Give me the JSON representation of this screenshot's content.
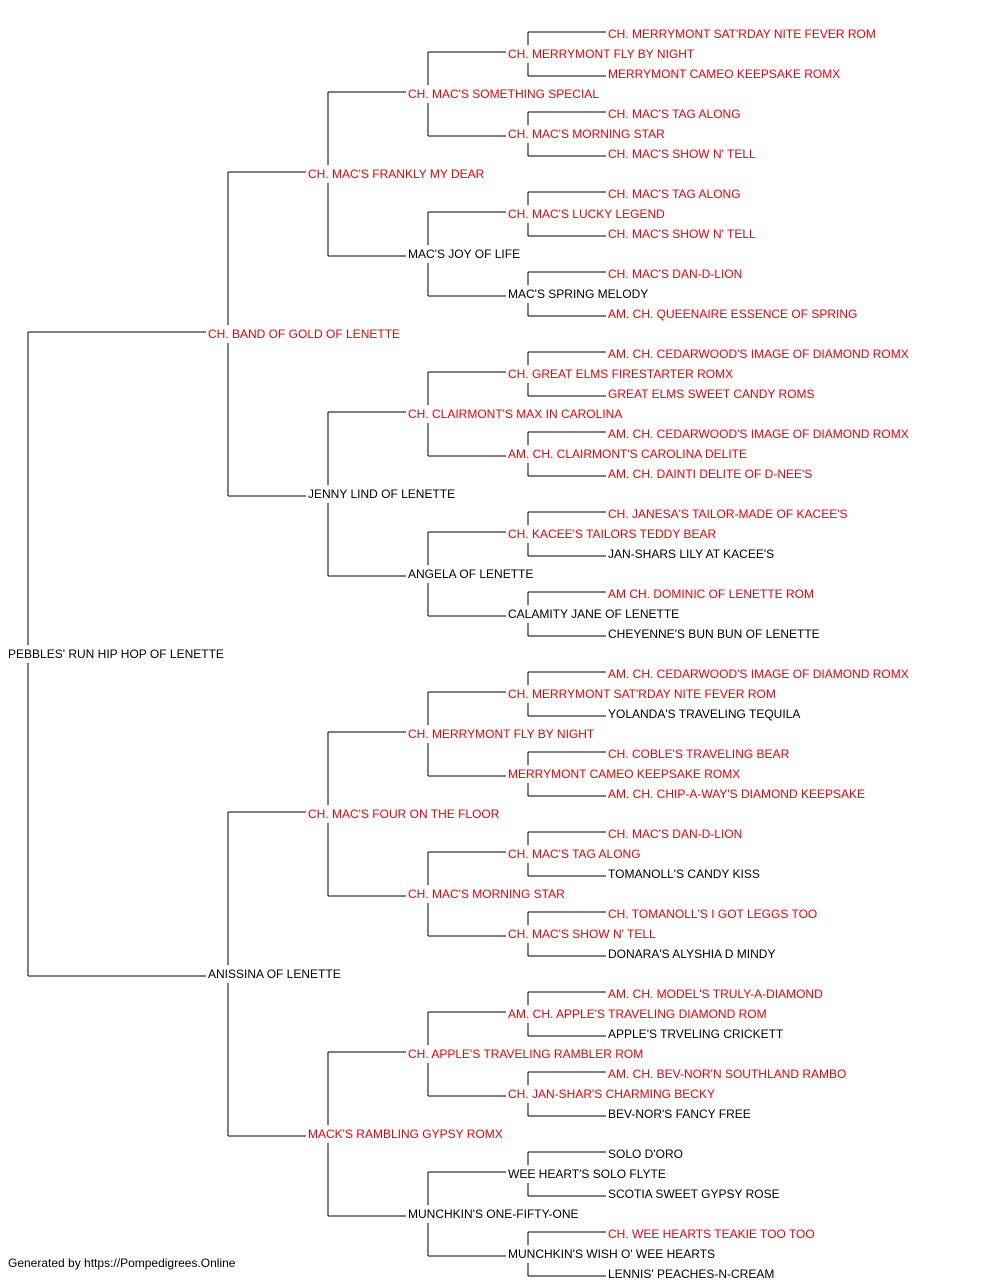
{
  "colors": {
    "champion": "#e8000b",
    "regular": "#000000",
    "connector": "#000000"
  },
  "footer": "Generated by https://Pompedigrees.Online",
  "pedigree": {
    "name": "PEBBLES' RUN HIP HOP OF LENETTE",
    "ch": false,
    "sire": {
      "name": "CH. BAND OF GOLD OF LENETTE",
      "ch": true,
      "sire": {
        "name": "CH. MAC'S FRANKLY MY DEAR",
        "ch": true,
        "sire": {
          "name": "CH. MAC'S SOMETHING SPECIAL",
          "ch": true,
          "sire": {
            "name": "CH. MERRYMONT FLY BY NIGHT",
            "ch": true,
            "sire": {
              "name": "CH. MERRYMONT SAT'RDAY NITE FEVER ROM",
              "ch": true
            },
            "dam": {
              "name": "MERRYMONT CAMEO KEEPSAKE ROMX",
              "ch": true
            }
          },
          "dam": {
            "name": "CH. MAC'S MORNING STAR",
            "ch": true,
            "sire": {
              "name": "CH. MAC'S TAG ALONG",
              "ch": true
            },
            "dam": {
              "name": "CH. MAC'S SHOW N' TELL",
              "ch": true
            }
          }
        },
        "dam": {
          "name": "MAC'S JOY OF LIFE",
          "ch": false,
          "sire": {
            "name": "CH. MAC'S LUCKY LEGEND",
            "ch": true,
            "sire": {
              "name": "CH. MAC'S TAG ALONG",
              "ch": true
            },
            "dam": {
              "name": "CH. MAC'S SHOW N' TELL",
              "ch": true
            }
          },
          "dam": {
            "name": "MAC'S SPRING MELODY",
            "ch": false,
            "sire": {
              "name": "CH. MAC'S DAN-D-LION",
              "ch": true
            },
            "dam": {
              "name": "AM. CH. QUEENAIRE ESSENCE OF SPRING",
              "ch": true
            }
          }
        }
      },
      "dam": {
        "name": "JENNY LIND OF LENETTE",
        "ch": false,
        "sire": {
          "name": "CH. CLAIRMONT'S MAX IN CAROLINA",
          "ch": true,
          "sire": {
            "name": "CH. GREAT ELMS FIRESTARTER ROMX",
            "ch": true,
            "sire": {
              "name": "AM. CH. CEDARWOOD'S IMAGE OF DIAMOND ROMX",
              "ch": true
            },
            "dam": {
              "name": "GREAT ELMS SWEET CANDY ROMS",
              "ch": true
            }
          },
          "dam": {
            "name": "AM. CH. CLAIRMONT'S CAROLINA DELITE",
            "ch": true,
            "sire": {
              "name": "AM. CH. CEDARWOOD'S IMAGE OF DIAMOND ROMX",
              "ch": true
            },
            "dam": {
              "name": "AM. CH. DAINTI DELITE OF D-NEE'S",
              "ch": true
            }
          }
        },
        "dam": {
          "name": "ANGELA OF LENETTE",
          "ch": false,
          "sire": {
            "name": "CH. KACEE'S TAILORS TEDDY BEAR",
            "ch": true,
            "sire": {
              "name": "CH. JANESA'S TAILOR-MADE OF KACEE'S",
              "ch": true
            },
            "dam": {
              "name": "JAN-SHARS LILY AT KACEE'S",
              "ch": false
            }
          },
          "dam": {
            "name": "CALAMITY JANE OF LENETTE",
            "ch": false,
            "sire": {
              "name": "AM CH. DOMINIC OF LENETTE ROM",
              "ch": true
            },
            "dam": {
              "name": "CHEYENNE'S BUN BUN OF LENETTE",
              "ch": false
            }
          }
        }
      }
    },
    "dam": {
      "name": "ANISSINA OF LENETTE",
      "ch": false,
      "sire": {
        "name": "CH. MAC'S FOUR ON THE FLOOR",
        "ch": true,
        "sire": {
          "name": "CH. MERRYMONT FLY BY NIGHT",
          "ch": true,
          "sire": {
            "name": "CH. MERRYMONT SAT'RDAY NITE FEVER ROM",
            "ch": true,
            "sire": {
              "name": "AM. CH. CEDARWOOD'S IMAGE OF DIAMOND ROMX",
              "ch": true
            },
            "dam": {
              "name": "YOLANDA'S TRAVELING TEQUILA",
              "ch": false
            }
          },
          "dam": {
            "name": "MERRYMONT CAMEO KEEPSAKE ROMX",
            "ch": true,
            "sire": {
              "name": "CH. COBLE'S TRAVELING BEAR",
              "ch": true
            },
            "dam": {
              "name": "AM. CH. CHIP-A-WAY'S DIAMOND KEEPSAKE",
              "ch": true
            }
          }
        },
        "dam": {
          "name": "CH. MAC'S MORNING STAR",
          "ch": true,
          "sire": {
            "name": "CH. MAC'S TAG ALONG",
            "ch": true,
            "sire": {
              "name": "CH. MAC'S DAN-D-LION",
              "ch": true
            },
            "dam": {
              "name": "TOMANOLL'S CANDY KISS",
              "ch": false
            }
          },
          "dam": {
            "name": "CH. MAC'S SHOW N' TELL",
            "ch": true,
            "sire": {
              "name": "CH. TOMANOLL'S I GOT LEGGS TOO",
              "ch": true
            },
            "dam": {
              "name": "DONARA'S ALYSHIA D MINDY",
              "ch": false
            }
          }
        }
      },
      "dam": {
        "name": "MACK'S RAMBLING GYPSY ROMX",
        "ch": true,
        "sire": {
          "name": "CH. APPLE'S TRAVELING RAMBLER ROM",
          "ch": true,
          "sire": {
            "name": "AM. CH. APPLE'S TRAVELING DIAMOND ROM",
            "ch": true,
            "sire": {
              "name": "AM. CH. MODEL'S TRULY-A-DIAMOND",
              "ch": true
            },
            "dam": {
              "name": "APPLE'S TRVELING CRICKETT",
              "ch": false
            }
          },
          "dam": {
            "name": "CH. JAN-SHAR'S CHARMING BECKY",
            "ch": true,
            "sire": {
              "name": "AM. CH. BEV-NOR'N SOUTHLAND RAMBO",
              "ch": true
            },
            "dam": {
              "name": "BEV-NOR'S FANCY FREE",
              "ch": false
            }
          }
        },
        "dam": {
          "name": "MUNCHKIN'S ONE-FIFTY-ONE",
          "ch": false,
          "sire": {
            "name": "WEE HEART'S SOLO FLYTE",
            "ch": false,
            "sire": {
              "name": "SOLO D'ORO",
              "ch": false
            },
            "dam": {
              "name": "SCOTIA SWEET GYPSY ROSE",
              "ch": false
            }
          },
          "dam": {
            "name": "MUNCHKIN'S WISH O' WEE HEARTS",
            "ch": false,
            "sire": {
              "name": "CH. WEE HEARTS TEAKIE TOO TOO",
              "ch": true
            },
            "dam": {
              "name": "LENNIS' PEACHES-N-CREAM",
              "ch": false
            }
          }
        }
      }
    }
  }
}
